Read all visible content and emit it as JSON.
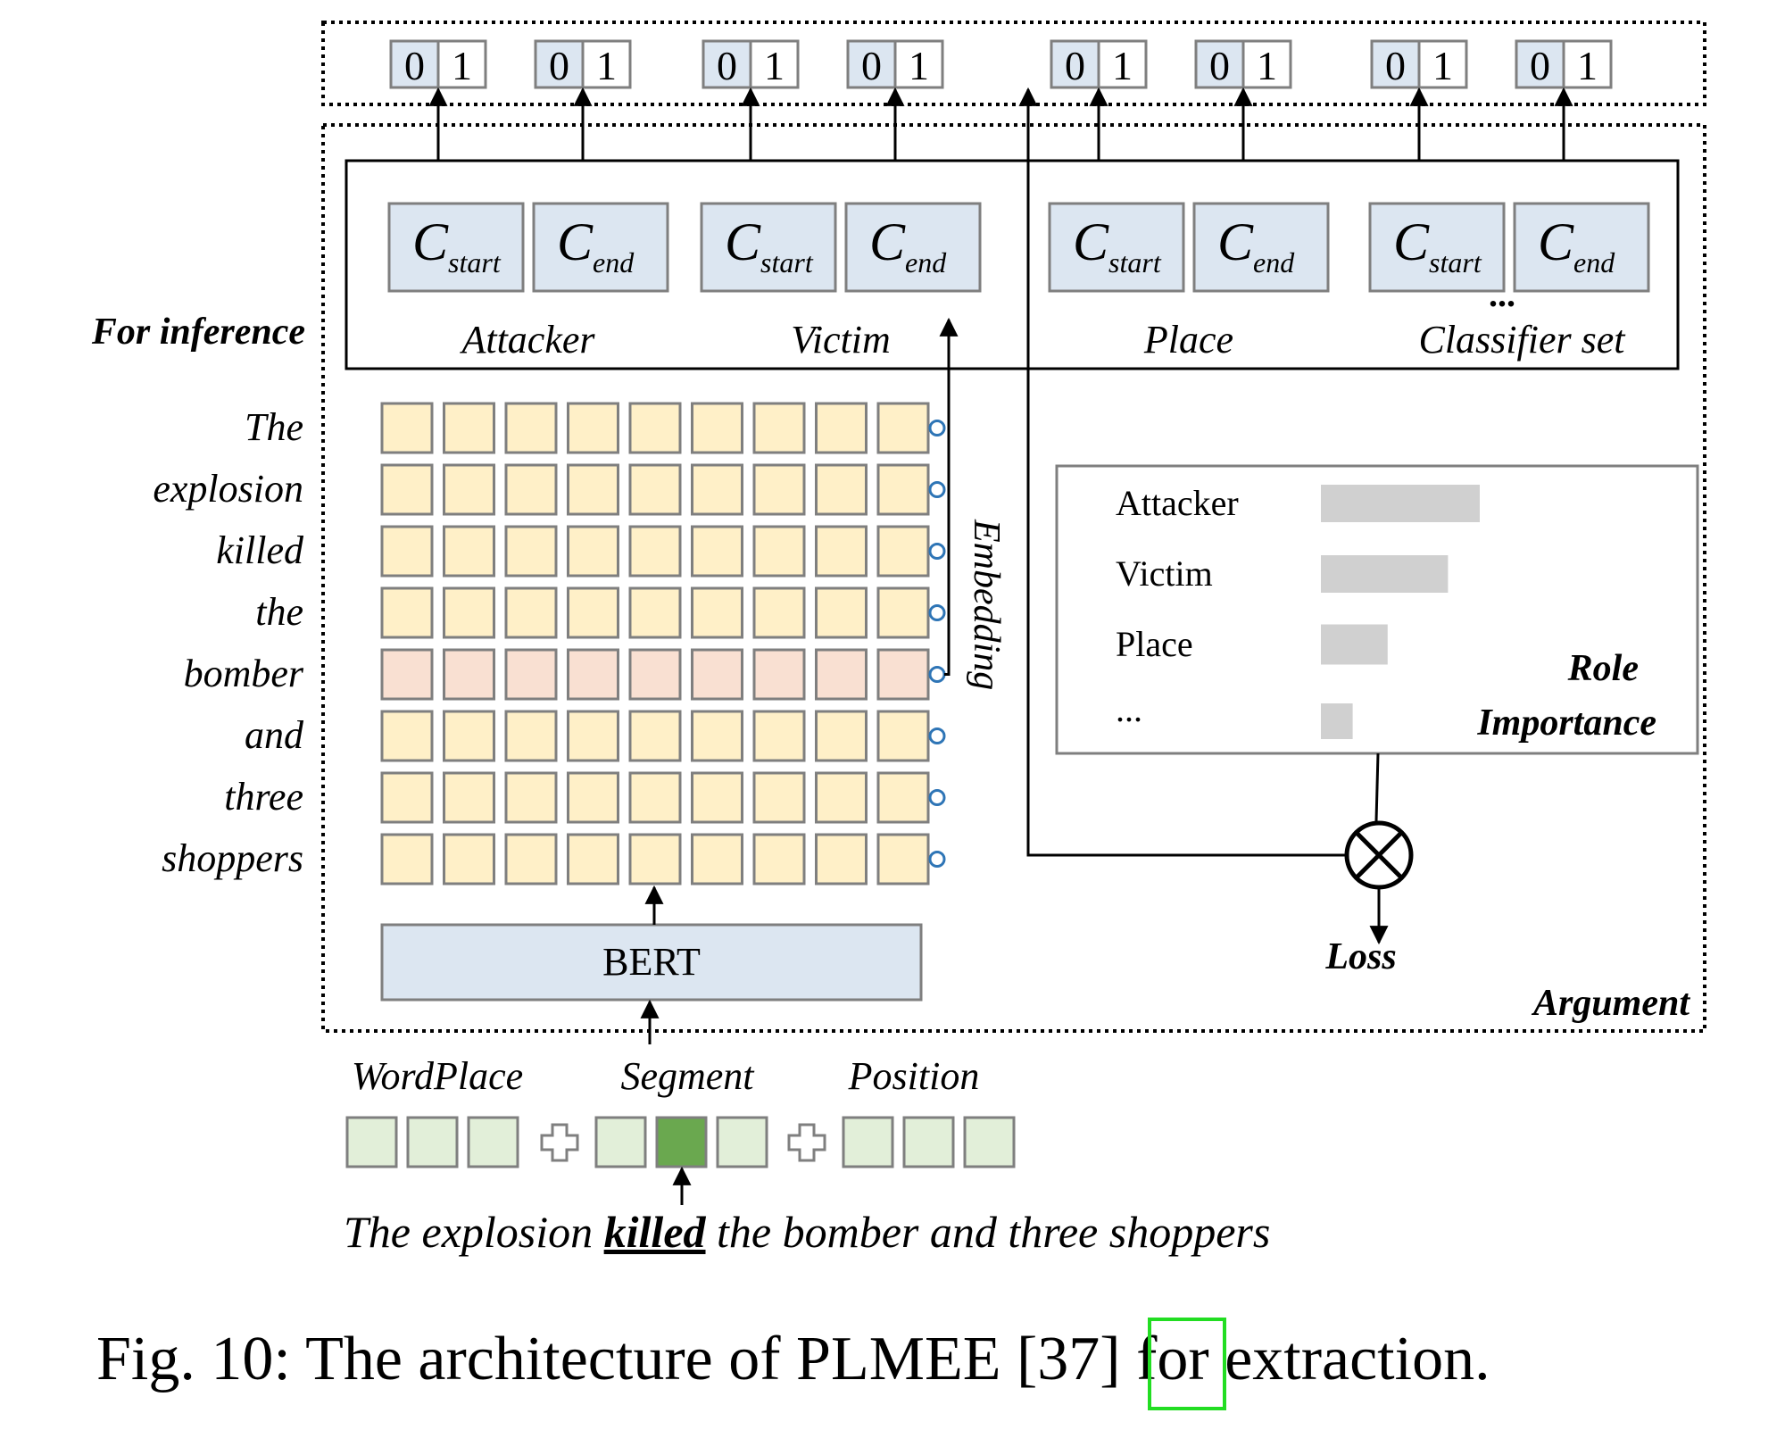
{
  "section_labels": {
    "for_inference": "For inference",
    "argument": "Argument",
    "embedding": "Embedding",
    "classifier_set": "Classifier set",
    "loss": "Loss",
    "role_importance_line1": "Role",
    "role_importance_line2": "Importance",
    "ellipsis": "..."
  },
  "output_bits": [
    "0",
    "1"
  ],
  "classifiers": [
    {
      "role": "Attacker",
      "start_sub": "start",
      "end_sub": "end",
      "c": "C"
    },
    {
      "role": "Victim",
      "start_sub": "start",
      "end_sub": "end",
      "c": "C"
    },
    {
      "role": "Place",
      "start_sub": "start",
      "end_sub": "end",
      "c": "C"
    },
    {
      "role": "",
      "start_sub": "start",
      "end_sub": "end",
      "c": "C"
    }
  ],
  "tokens": [
    "The",
    "explosion",
    "killed",
    "the",
    "bomber",
    "and",
    "three",
    "shoppers"
  ],
  "bert_label": "BERT",
  "embedding_inputs": [
    "WordPlace",
    "Segment",
    "Position"
  ],
  "sentence": {
    "before": "The explosion ",
    "trigger": "killed",
    "after": " the bomber and three shoppers"
  },
  "role_importance": [
    {
      "role": "Attacker",
      "value": 1.0
    },
    {
      "role": "Victim",
      "value": 0.8
    },
    {
      "role": "Place",
      "value": 0.42
    },
    {
      "role": "...",
      "value": 0.2
    }
  ],
  "caption": {
    "prefix": "Fig. 10: The architecture of PLMEE [",
    "ref": "37",
    "suffix": "] for extraction."
  },
  "colors": {
    "classifier_fill": "#dce6f1",
    "cell_fill": "#fff0c8",
    "cell_trigger_fill": "#f9e0d2",
    "embed_fill": "#e2efd9",
    "embed_segment_fill": "#6aa84f",
    "bar_fill": "#d0d0d0",
    "ref_box": "#22dd22",
    "circle_stroke": "#2e75b6"
  }
}
